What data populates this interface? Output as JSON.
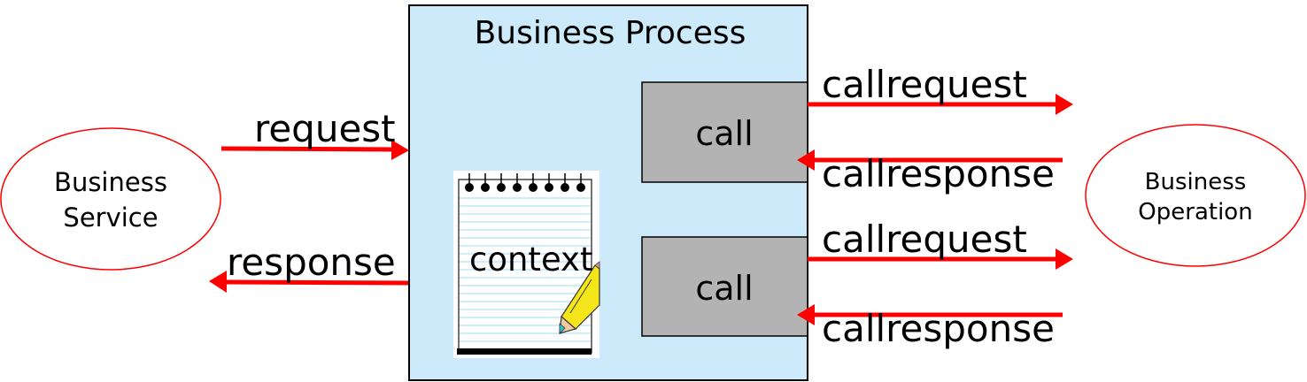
{
  "business_service": {
    "line1": "Business",
    "line2": "Service"
  },
  "business_process": {
    "title": "Business Process",
    "context_label": "context"
  },
  "calls": [
    {
      "label": "call",
      "request_label": "callrequest",
      "response_label": "callresponse"
    },
    {
      "label": "call",
      "request_label": "callrequest",
      "response_label": "callresponse"
    }
  ],
  "business_operation": {
    "line1": "Business",
    "line2": "Operation"
  },
  "flows": {
    "request_label": "request",
    "response_label": "response"
  },
  "icons": {
    "context": "notepad-with-pencil-icon"
  },
  "colors": {
    "arrow": "#ff0000",
    "process_fill": "#cceaf9",
    "call_fill": "#b3b3b3",
    "ellipse_stroke": "#ff0000"
  }
}
